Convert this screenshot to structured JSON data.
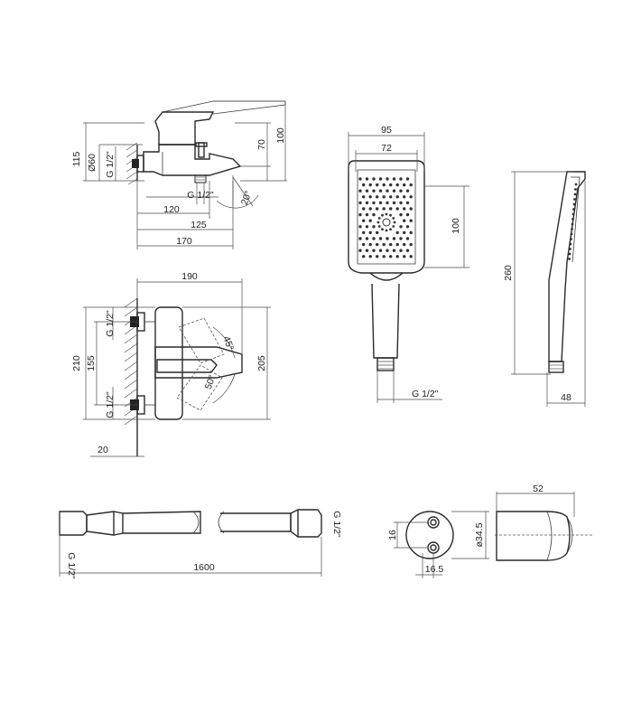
{
  "labels": {
    "mixer_side": {
      "h115": "115",
      "h100": "100",
      "h70": "70",
      "d60": "Ø60",
      "g_wall": "G 1/2\"",
      "g_spout": "G 1/2\"",
      "angle20": "20°",
      "w120": "120",
      "w125": "125",
      "w170": "170"
    },
    "mixer_top": {
      "w190": "190",
      "g_top": "G 1/2\"",
      "g_bottom": "G 1/2\"",
      "h210": "210",
      "h155": "155",
      "h205": "205",
      "a45": "45°",
      "a50": "50°",
      "d20": "20"
    },
    "hand_shower_front": {
      "w95": "95",
      "w72": "72",
      "h100": "100",
      "g": "G 1/2\""
    },
    "hand_shower_side": {
      "h260": "260",
      "w48": "48"
    },
    "hose": {
      "g_right": "G 1/2\"",
      "g_left": "G 1/2\"",
      "length": "1600"
    },
    "holder": {
      "h16": "16",
      "w165": "16.5",
      "d345": "ø34.5",
      "w52": "52"
    }
  }
}
